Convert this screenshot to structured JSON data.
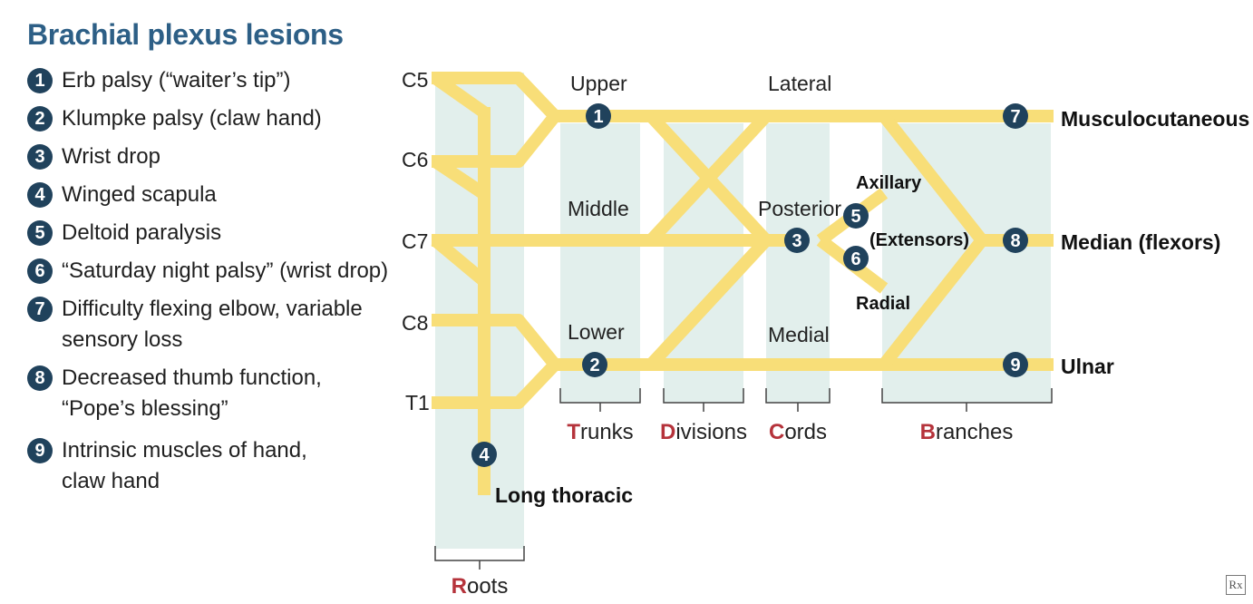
{
  "title": "Brachial plexus lesions",
  "legend": [
    {
      "num": "1",
      "lines": [
        "Erb palsy (“waiter’s tip”)"
      ]
    },
    {
      "num": "2",
      "lines": [
        "Klumpke palsy (claw hand)"
      ]
    },
    {
      "num": "3",
      "lines": [
        "Wrist drop"
      ]
    },
    {
      "num": "4",
      "lines": [
        "Winged scapula"
      ]
    },
    {
      "num": "5",
      "lines": [
        "Deltoid paralysis"
      ]
    },
    {
      "num": "6",
      "lines": [
        "“Saturday night palsy” (wrist drop)"
      ]
    },
    {
      "num": "7",
      "lines": [
        "Difficulty flexing elbow, variable",
        "sensory loss"
      ]
    },
    {
      "num": "8",
      "lines": [
        "Decreased thumb function,",
        "“Pope’s blessing”"
      ]
    },
    {
      "num": "9",
      "lines": [
        "Intrinsic muscles of hand,",
        "claw hand"
      ]
    }
  ],
  "roots": [
    "C5",
    "C6",
    "C7",
    "C8",
    "T1"
  ],
  "trunks": {
    "upper": "Upper",
    "middle": "Middle",
    "lower": "Lower"
  },
  "cords": {
    "lateral": "Lateral",
    "posterior": "Posterior",
    "medial": "Medial"
  },
  "posterior_branches": {
    "axillary": "Axillary",
    "extensors": "(Extensors)",
    "radial": "Radial"
  },
  "nerves": {
    "long_thoracic": "Long thoracic",
    "musculocutaneous": "Musculocutaneous",
    "median": "Median (flexors)",
    "ulnar": "Ulnar"
  },
  "columns": {
    "roots": {
      "initial": "R",
      "rest": "oots"
    },
    "trunks": {
      "initial": "T",
      "rest": "runks"
    },
    "divisions": {
      "initial": "D",
      "rest": "ivisions"
    },
    "cords": {
      "initial": "C",
      "rest": "ords"
    },
    "branches": {
      "initial": "B",
      "rest": "ranches"
    }
  },
  "badges": {
    "b1": "1",
    "b2": "2",
    "b3": "3",
    "b4": "4",
    "b5": "5",
    "b6": "6",
    "b7": "7",
    "b8": "8",
    "b9": "9"
  },
  "logo": "Rx",
  "colors": {
    "nerve": "#f8de78",
    "column_band": "#e2efec",
    "badge": "#20425c",
    "title": "#2d5f86",
    "column_initial": "#b5333b"
  }
}
